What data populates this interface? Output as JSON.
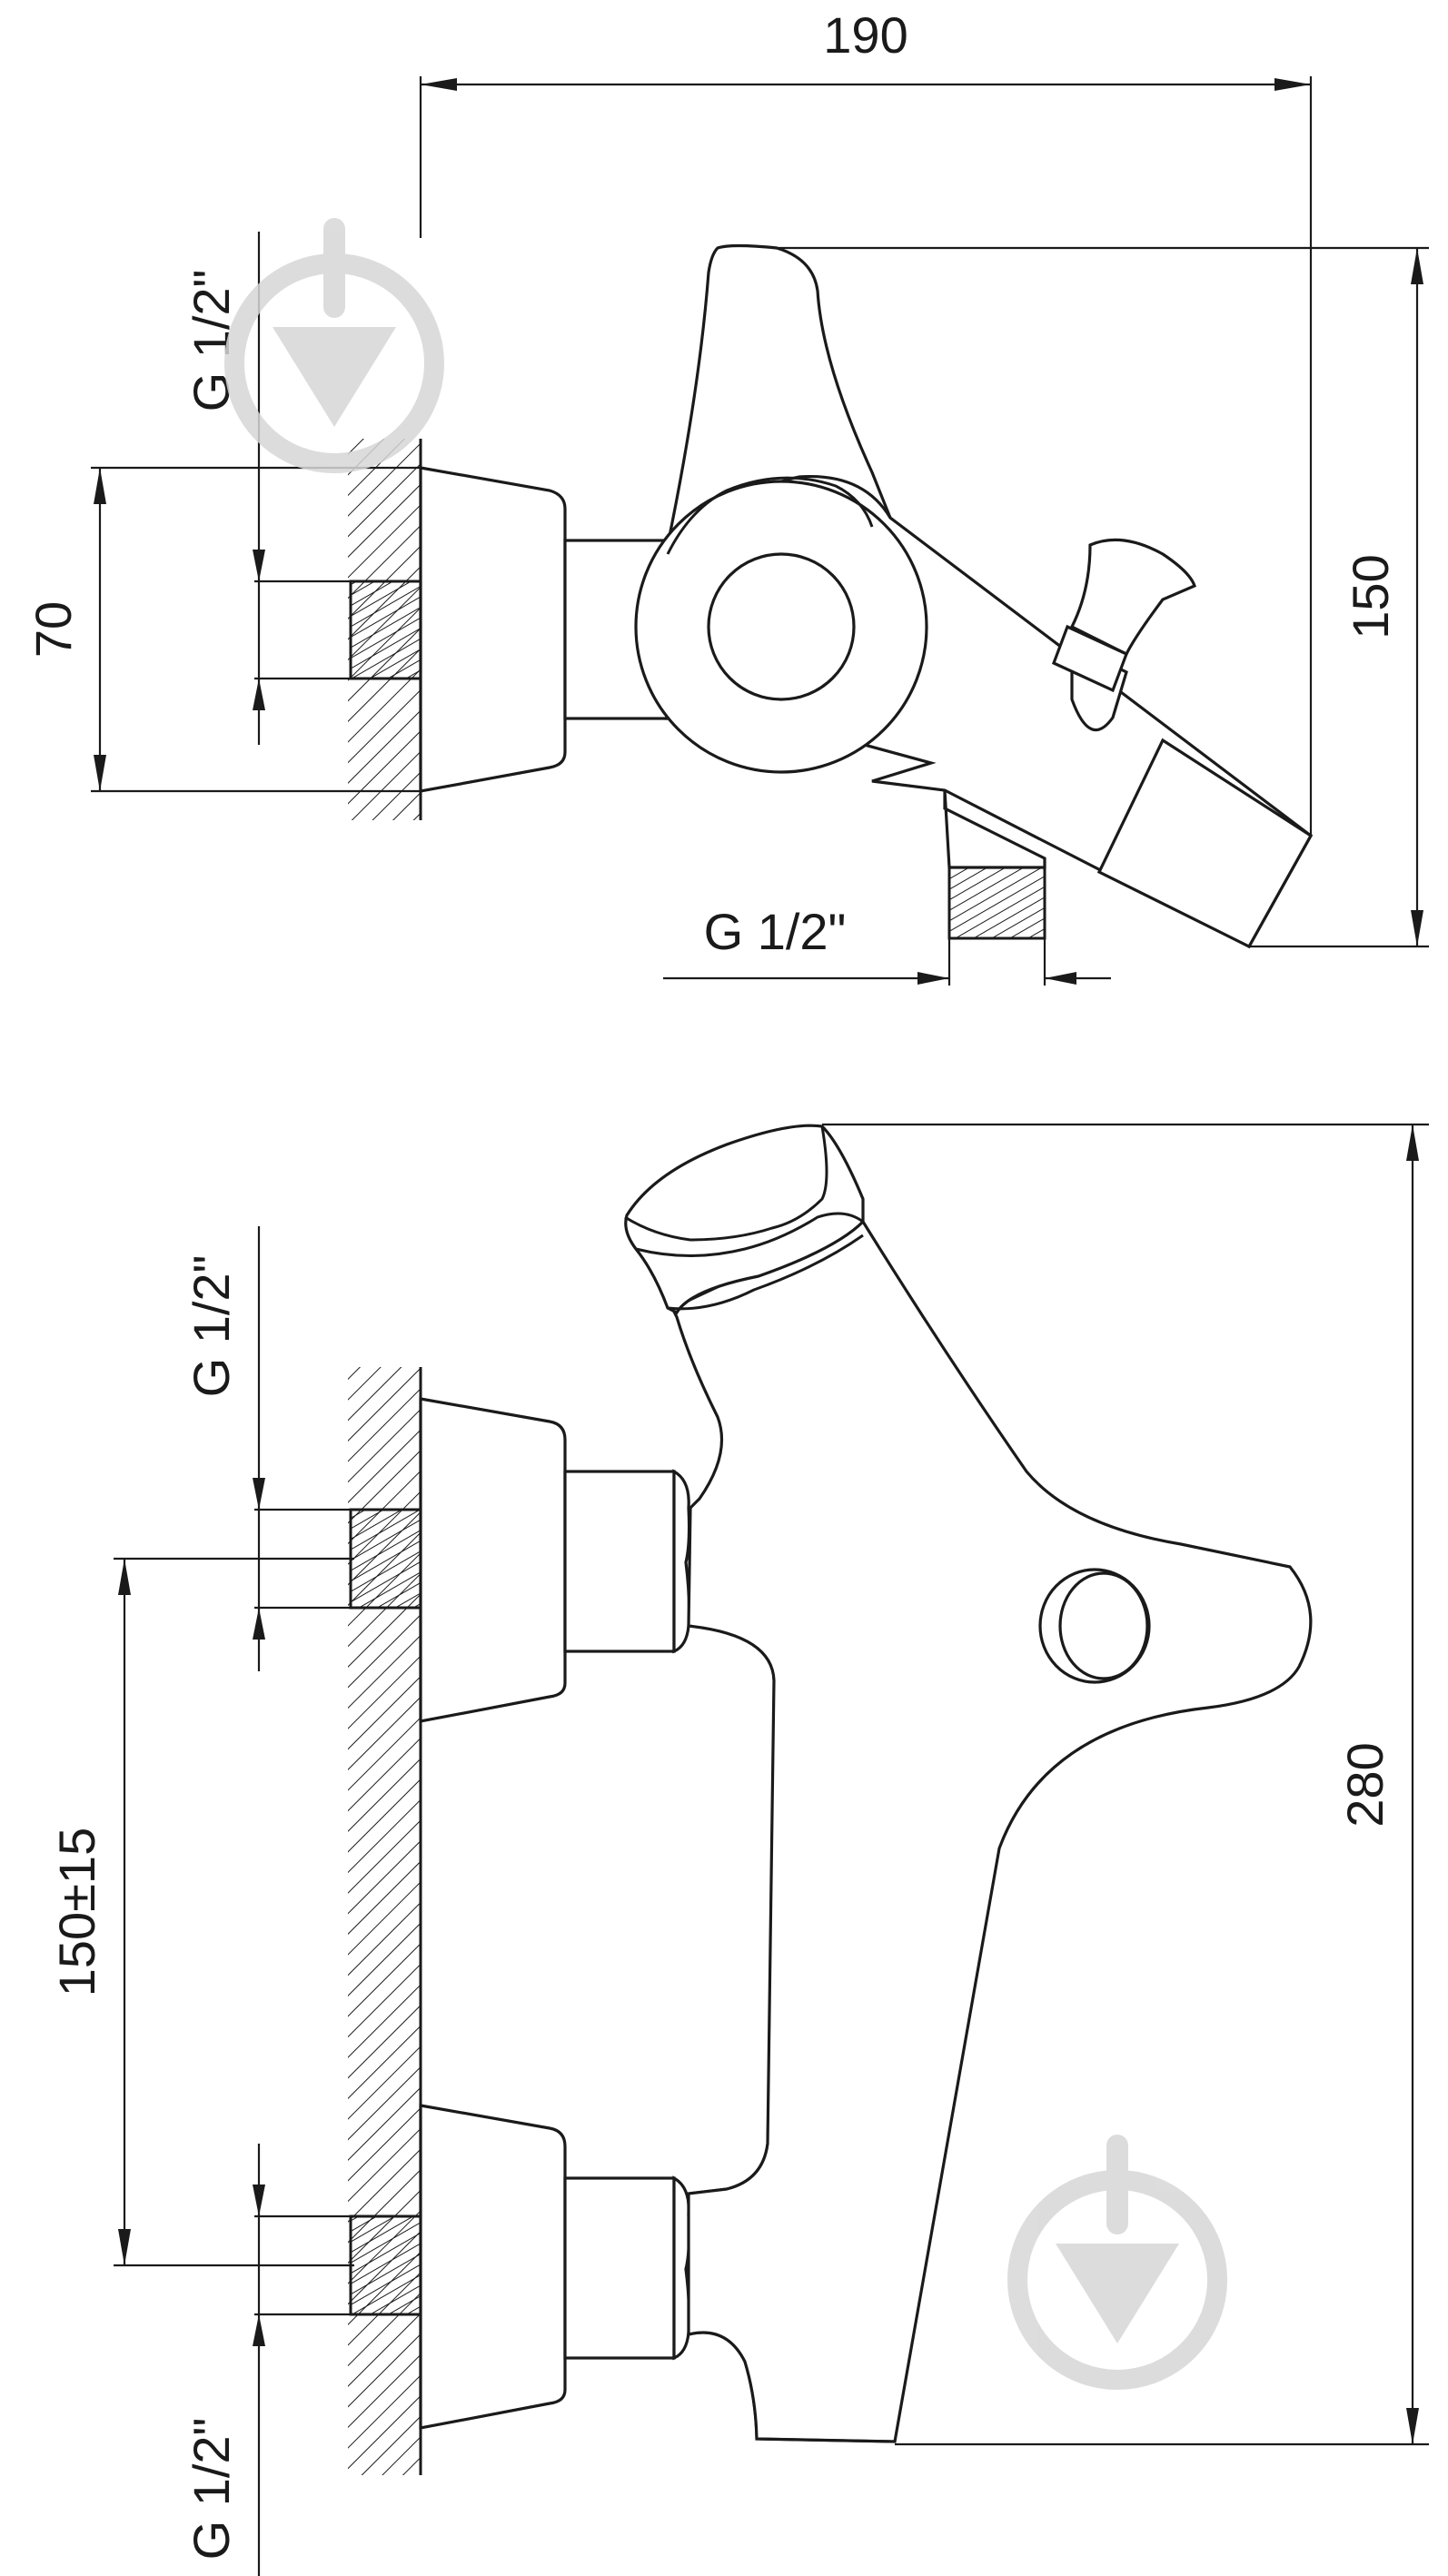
{
  "top_view": {
    "dim_width": "190",
    "dim_height": "150",
    "dim_wall_plate": "70",
    "thread_wall": "G 1/2\"",
    "thread_outlet": "G 1/2\""
  },
  "front_view": {
    "thread_upper": "G 1/2\"",
    "dim_spacing": "150±15",
    "thread_lower": "G 1/2\"",
    "dim_height": "280"
  },
  "icons": {
    "watermark": "download-watermark-icon"
  }
}
